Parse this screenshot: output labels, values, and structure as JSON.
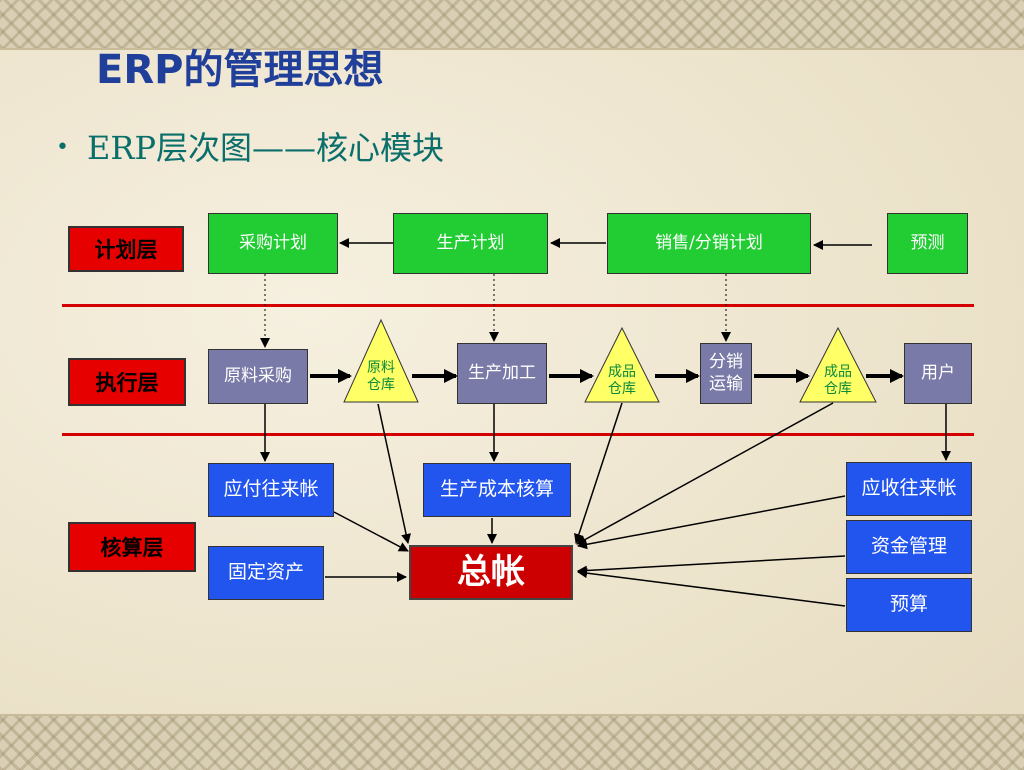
{
  "slide": {
    "title": "ERP的管理思想",
    "bullet": "ERP层次图——核心模块"
  },
  "layers": {
    "plan": "计划层",
    "exec": "执行层",
    "account": "核算层"
  },
  "plan_row": {
    "purchase_plan": "采购计划",
    "production_plan": "生产计划",
    "sales_plan": "销售/分销计划",
    "forecast": "预测"
  },
  "exec_row": {
    "material_purchase": "原料采购",
    "raw_warehouse": [
      "原料",
      "仓库"
    ],
    "production": "生产加工",
    "finished_warehouse_1": [
      "成品",
      "仓库"
    ],
    "distribution": [
      "分销",
      "运输"
    ],
    "finished_warehouse_2": [
      "成品",
      "仓库"
    ],
    "customer": "用户"
  },
  "account_row": {
    "payables": "应付往来帐",
    "cost_accounting": "生产成本核算",
    "fixed_assets": "固定资产",
    "general_ledger": "总帐",
    "receivables": "应收往来帐",
    "funds": "资金管理",
    "budget": "预算"
  },
  "colors": {
    "title": "#1f3f9a",
    "bullet": "#0a6e6a",
    "layer_label": "#e60000",
    "plan_box": "#22cc33",
    "exec_box": "#7a7aa8",
    "account_box": "#2255ee",
    "ledger": "#cc0000",
    "warehouse": "#ffff66",
    "divider": "#d40000"
  }
}
